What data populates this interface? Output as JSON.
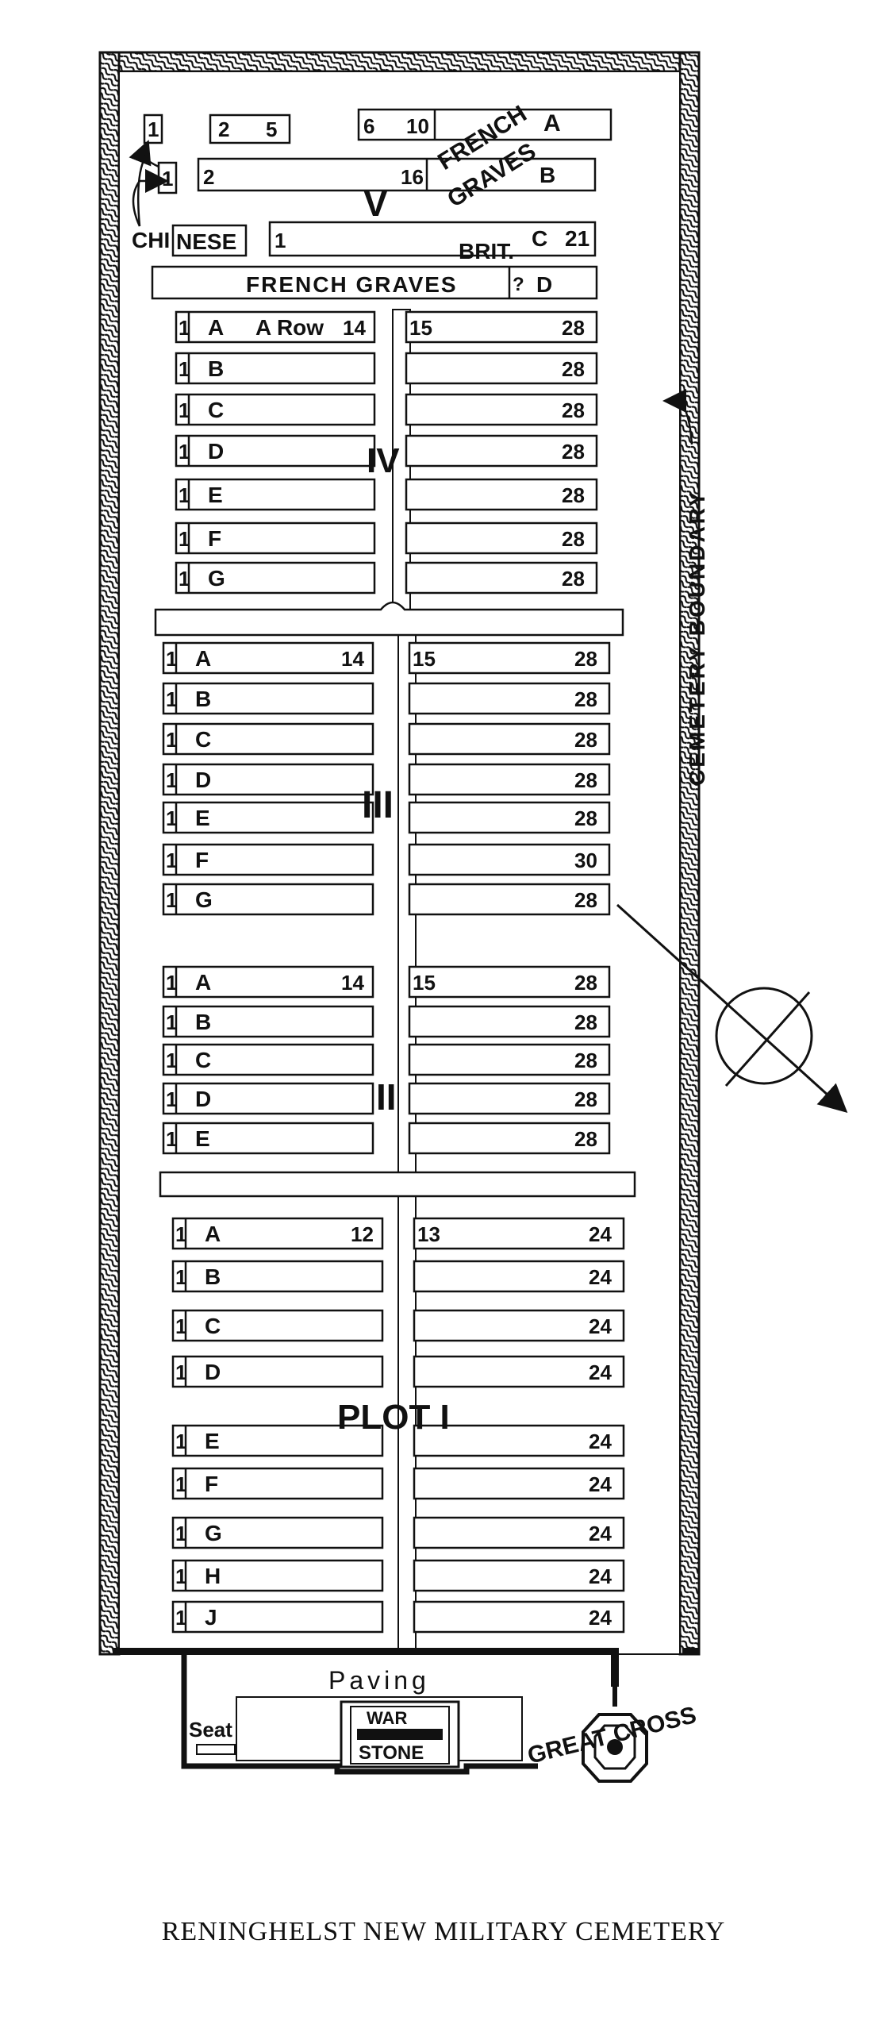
{
  "caption": "RENINGHELST NEW MILITARY CEMETERY",
  "labels": {
    "plot_v": "V",
    "plot_iv": "IV",
    "plot_iii": "III",
    "plot_ii": "II",
    "plot_i": "PLOT I",
    "french_graves_top_line1": "FRENCH",
    "french_graves_top_line2": "GRAVES",
    "french_graves_row": "FRENCH GRAVES",
    "chinese_left": "CHI",
    "chinese_right": "NESE",
    "brit": "BRIT.",
    "boundary": "CEMETERY BOUNDARY",
    "paving": "Paving",
    "seat": "Seat",
    "war": "WAR",
    "stone": "STONE",
    "great_cross": "GREAT CROSS",
    "a_row": "A Row"
  },
  "top_rows": [
    {
      "text": "1"
    },
    {
      "text": "2"
    },
    {
      "text": "5"
    },
    {
      "text": "6"
    },
    {
      "text": "10"
    },
    {
      "text": "A"
    },
    {
      "text": "1"
    },
    {
      "text": "1"
    },
    {
      "text": "2"
    },
    {
      "text": "16"
    },
    {
      "text": "B"
    },
    {
      "text": "1"
    },
    {
      "text": "C"
    },
    {
      "text": "21"
    },
    {
      "text": "?"
    },
    {
      "text": "D"
    }
  ],
  "plots": [
    {
      "name": "IV",
      "rows": [
        {
          "letter": "A",
          "l_start": "1",
          "l_end": "14",
          "r_start": "15",
          "r_end": "28"
        },
        {
          "letter": "B",
          "l_start": "1",
          "l_end": "",
          "r_start": "",
          "r_end": "28"
        },
        {
          "letter": "C",
          "l_start": "1",
          "l_end": "",
          "r_start": "",
          "r_end": "28"
        },
        {
          "letter": "D",
          "l_start": "1",
          "l_end": "",
          "r_start": "",
          "r_end": "28"
        },
        {
          "letter": "E",
          "l_start": "1",
          "l_end": "",
          "r_start": "",
          "r_end": "28"
        },
        {
          "letter": "F",
          "l_start": "1",
          "l_end": "",
          "r_start": "",
          "r_end": "28"
        },
        {
          "letter": "G",
          "l_start": "1",
          "l_end": "",
          "r_start": "",
          "r_end": "28"
        }
      ]
    },
    {
      "name": "III",
      "rows": [
        {
          "letter": "A",
          "l_start": "1",
          "l_end": "14",
          "r_start": "15",
          "r_end": "28"
        },
        {
          "letter": "B",
          "l_start": "1",
          "l_end": "",
          "r_start": "",
          "r_end": "28"
        },
        {
          "letter": "C",
          "l_start": "1",
          "l_end": "",
          "r_start": "",
          "r_end": "28"
        },
        {
          "letter": "D",
          "l_start": "1",
          "l_end": "",
          "r_start": "",
          "r_end": "28"
        },
        {
          "letter": "E",
          "l_start": "1",
          "l_end": "",
          "r_start": "",
          "r_end": "28"
        },
        {
          "letter": "F",
          "l_start": "1",
          "l_end": "",
          "r_start": "",
          "r_end": "30"
        },
        {
          "letter": "G",
          "l_start": "1",
          "l_end": "",
          "r_start": "",
          "r_end": "28"
        }
      ]
    },
    {
      "name": "II",
      "rows": [
        {
          "letter": "A",
          "l_start": "1",
          "l_end": "14",
          "r_start": "15",
          "r_end": "28"
        },
        {
          "letter": "B",
          "l_start": "1",
          "l_end": "",
          "r_start": "",
          "r_end": "28"
        },
        {
          "letter": "C",
          "l_start": "1",
          "l_end": "",
          "r_start": "",
          "r_end": "28"
        },
        {
          "letter": "D",
          "l_start": "1",
          "l_end": "",
          "r_start": "",
          "r_end": "28"
        },
        {
          "letter": "E",
          "l_start": "1",
          "l_end": "",
          "r_start": "",
          "r_end": "28"
        }
      ]
    },
    {
      "name": "I",
      "rows": [
        {
          "letter": "A",
          "l_start": "1",
          "l_end": "12",
          "r_start": "13",
          "r_end": "24"
        },
        {
          "letter": "B",
          "l_start": "1",
          "l_end": "",
          "r_start": "",
          "r_end": "24"
        },
        {
          "letter": "C",
          "l_start": "1",
          "l_end": "",
          "r_start": "",
          "r_end": "24"
        },
        {
          "letter": "D",
          "l_start": "1",
          "l_end": "",
          "r_start": "",
          "r_end": "24"
        },
        {
          "letter": "E",
          "l_start": "1",
          "l_end": "",
          "r_start": "",
          "r_end": "24"
        },
        {
          "letter": "F",
          "l_start": "1",
          "l_end": "",
          "r_start": "",
          "r_end": "24"
        },
        {
          "letter": "G",
          "l_start": "1",
          "l_end": "",
          "r_start": "",
          "r_end": "24"
        },
        {
          "letter": "H",
          "l_start": "1",
          "l_end": "",
          "r_start": "",
          "r_end": "24"
        },
        {
          "letter": "J",
          "l_start": "1",
          "l_end": "",
          "r_start": "",
          "r_end": "24"
        }
      ]
    }
  ]
}
